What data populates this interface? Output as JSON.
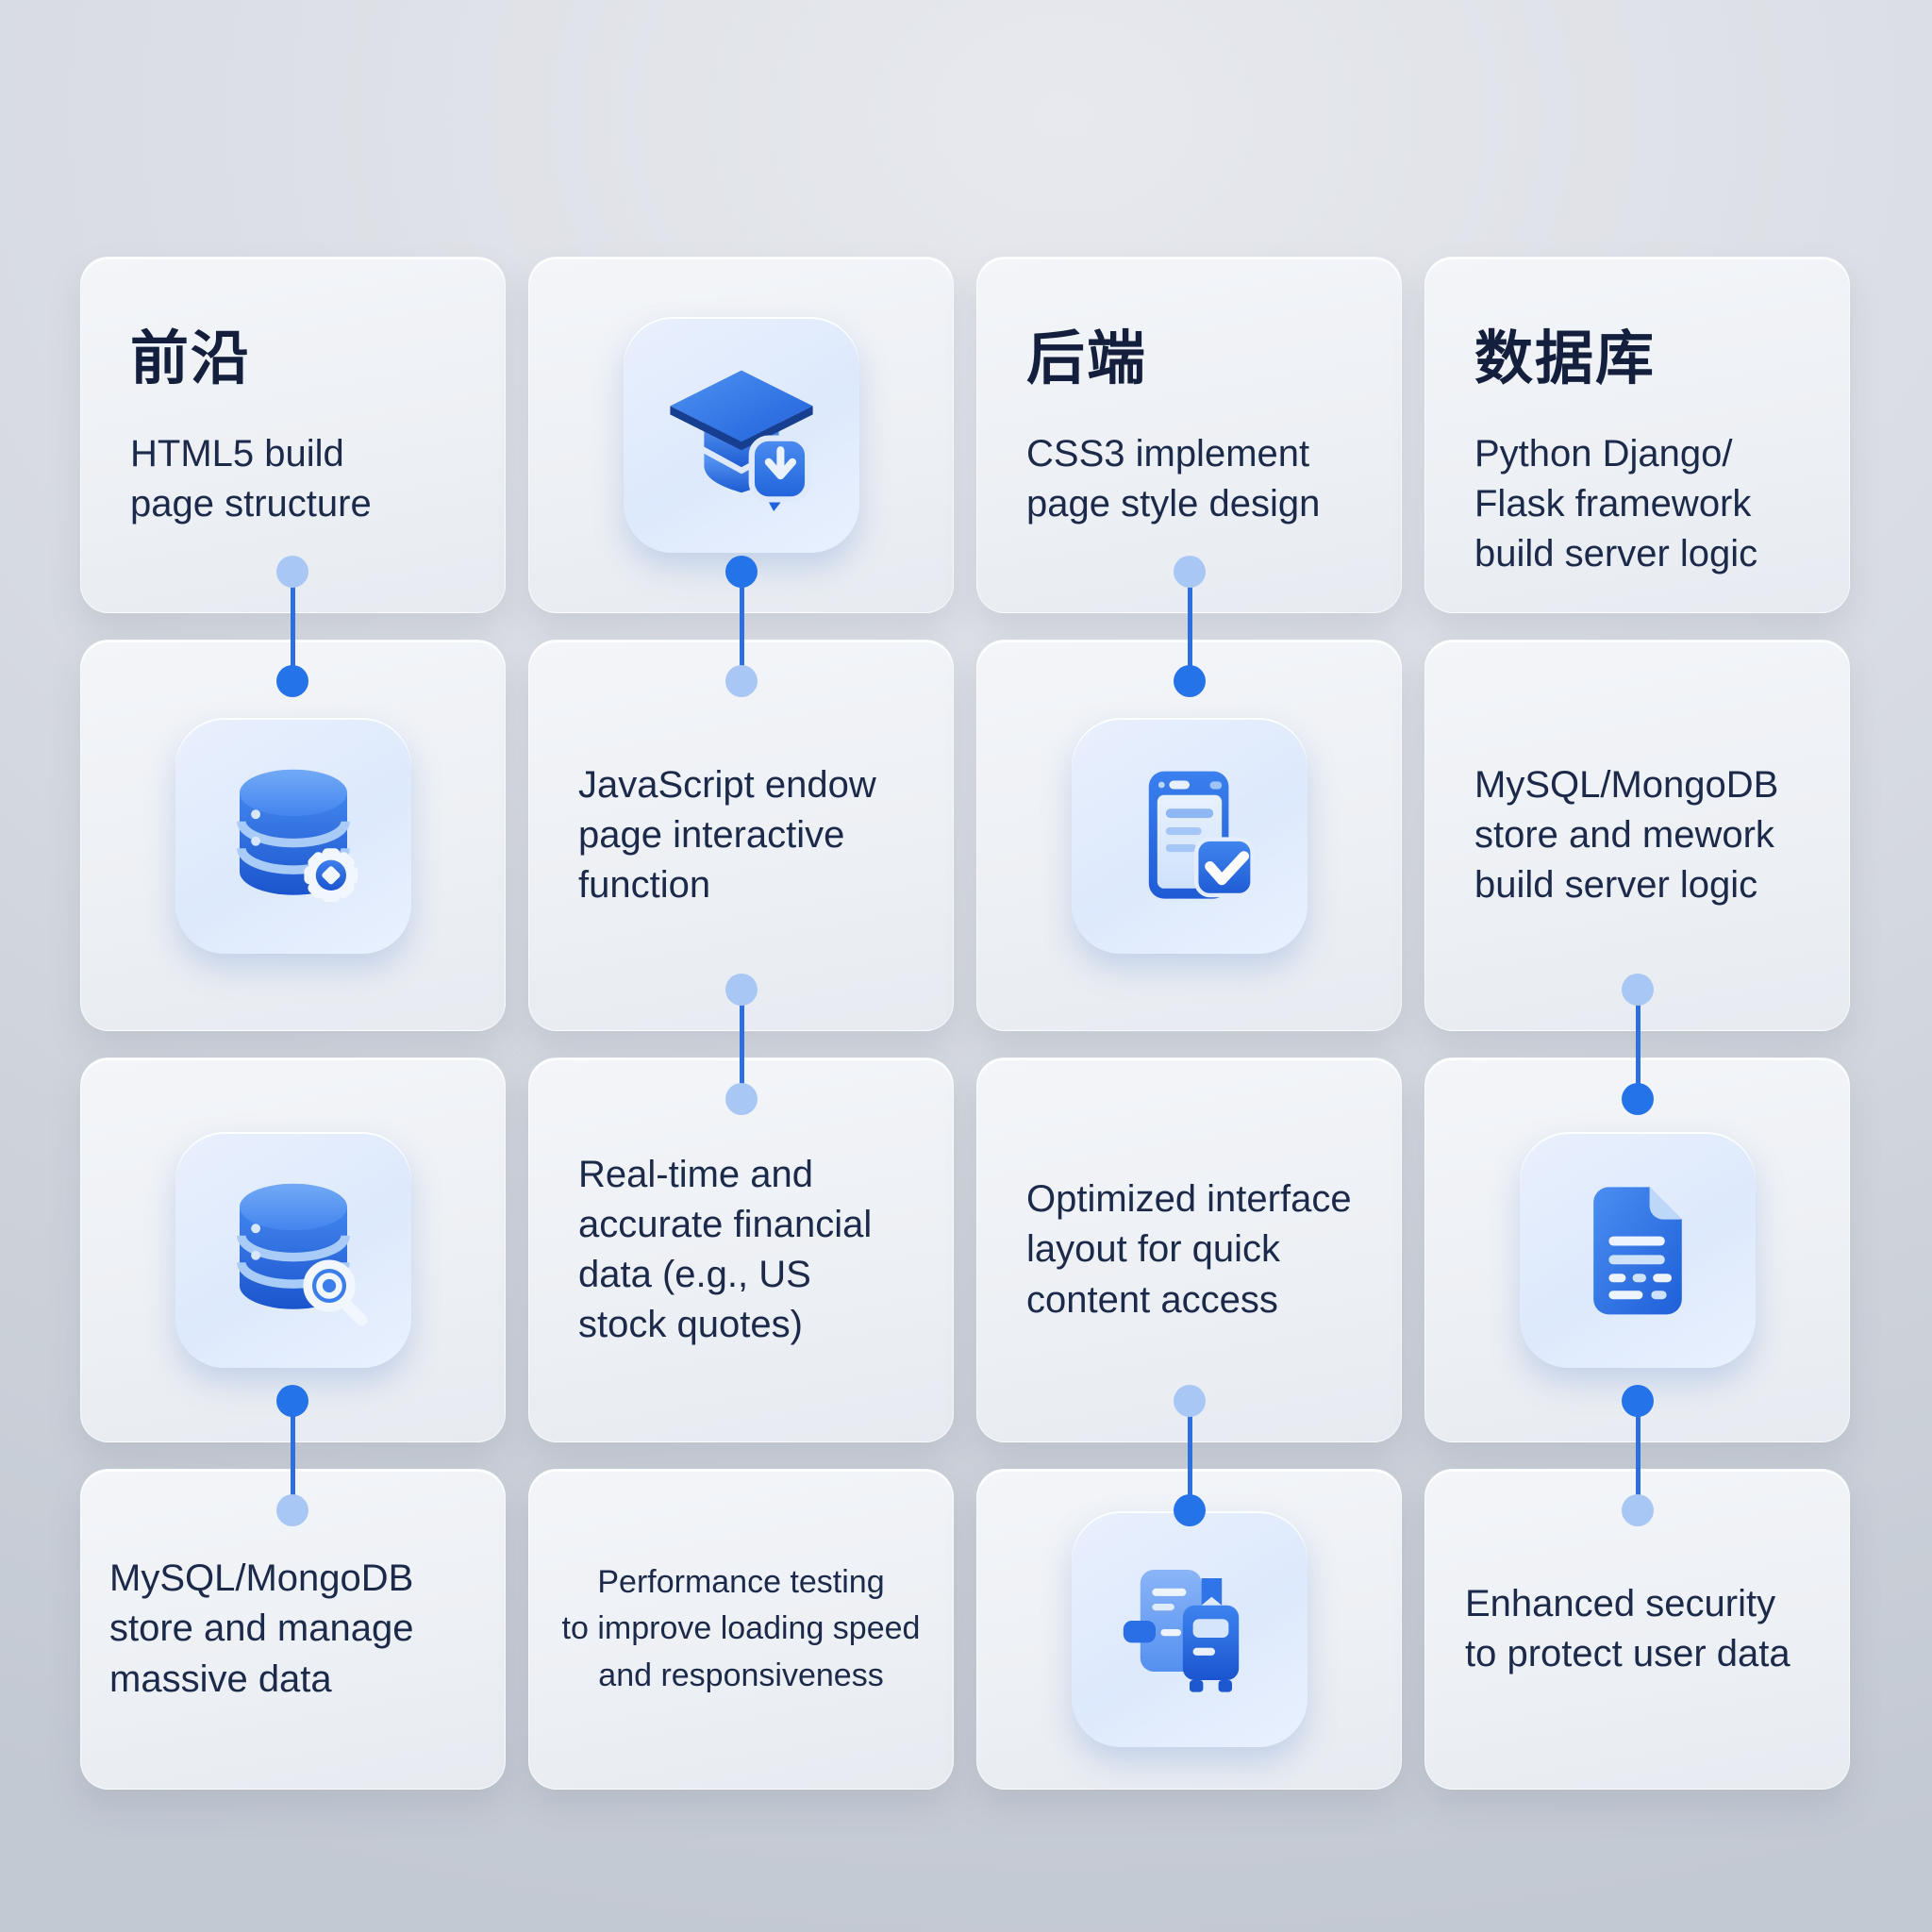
{
  "colors": {
    "accent": "#2573e8",
    "dot_light": "#a9c7f4",
    "connector_line": "#2e6fe0",
    "heading_text": "#131f3c",
    "body_text": "#1b2a4a"
  },
  "cards": {
    "r1c1": {
      "heading": "前沿",
      "body": "HTML5 build\npage structure"
    },
    "r1c2": {
      "icon": "graduation-cap-icon"
    },
    "r1c3": {
      "heading": "后端",
      "body": "CSS3 implement\npage style design"
    },
    "r1c4": {
      "heading": "数据库",
      "body": "Python Django/\nFlask framework\nbuild server logic"
    },
    "r2c1": {
      "icon": "database-gear-icon"
    },
    "r2c2": {
      "body": "JavaScript endow\npage interactive\nfunction"
    },
    "r2c3": {
      "icon": "phone-check-icon"
    },
    "r2c4": {
      "body": "MySQL/MongoDB\nstore and mework\nbuild server logic"
    },
    "r3c1": {
      "icon": "database-search-icon"
    },
    "r3c2": {
      "body": "Real-time and\naccurate financial\ndata (e.g., US\nstock quotes)"
    },
    "r3c3": {
      "body": "Optimized interface\nlayout for quick\ncontent access"
    },
    "r3c4": {
      "icon": "document-icon"
    },
    "r4c1": {
      "body": "MySQL/MongoDB\nstore and manage\nmassive data"
    },
    "r4c2": {
      "body": "Performance testing\nto improve loading speed\nand responsiveness"
    },
    "r4c3": {
      "icon": "docs-server-icon"
    },
    "r4c4": {
      "body": "Enhanced security\nto protect user data"
    }
  },
  "connectors": [
    {
      "col": 1,
      "gap": 1,
      "top_dot": "light",
      "bottom_dot": "solid"
    },
    {
      "col": 2,
      "gap": 1,
      "top_dot": "solid",
      "bottom_dot": "light"
    },
    {
      "col": 3,
      "gap": 1,
      "top_dot": "light",
      "bottom_dot": "solid"
    },
    {
      "col": 2,
      "gap": 2,
      "top_dot": "light",
      "bottom_dot": "light"
    },
    {
      "col": 4,
      "gap": 2,
      "top_dot": "light",
      "bottom_dot": "solid"
    },
    {
      "col": 1,
      "gap": 3,
      "top_dot": "solid",
      "bottom_dot": "light"
    },
    {
      "col": 3,
      "gap": 3,
      "top_dot": "light",
      "bottom_dot": "solid"
    },
    {
      "col": 4,
      "gap": 3,
      "top_dot": "solid",
      "bottom_dot": "light"
    }
  ]
}
